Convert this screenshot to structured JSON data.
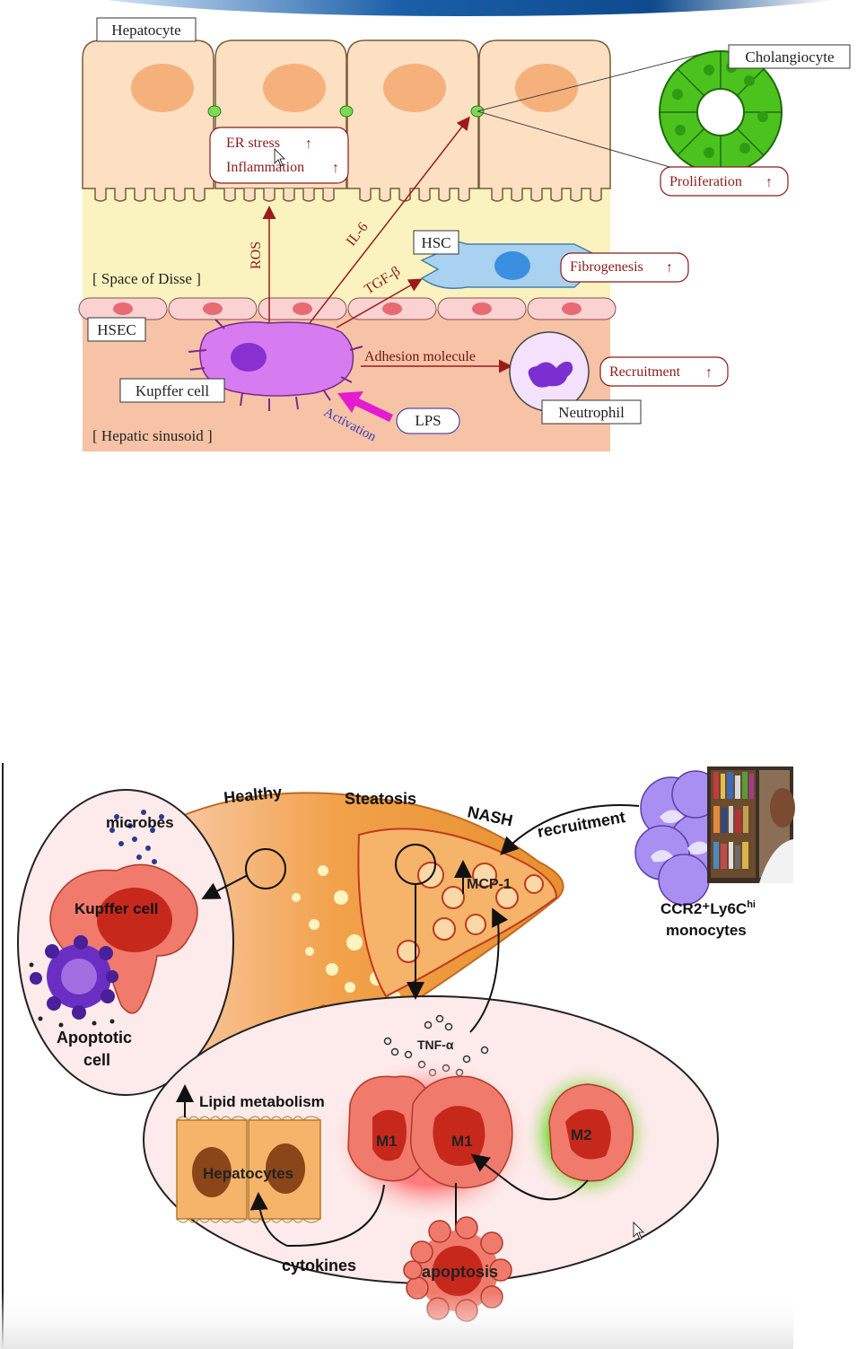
{
  "top_diagram": {
    "labels": {
      "hepatocyte": "Hepatocyte",
      "cholangiocyte": "Cholangiocyte",
      "er_stress": "ER stress",
      "inflammation": "Inflammation",
      "proliferation": "Proliferation",
      "il6": "IL-6",
      "ros": "ROS",
      "hsc": "HSC",
      "fibrogenesis": "Fibrogenesis",
      "tgfb": "TGF-β",
      "space_of_disse": "[ Space of Disse ]",
      "hsec": "HSEC",
      "adhesion_molecule": "Adhesion molecule",
      "recruitment": "Recruitment",
      "kupffer_cell": "Kupffer cell",
      "activation": "Activation",
      "lps": "LPS",
      "neutrophil": "Neutrophil",
      "hepatic_sinusoid": "[ Hepatic sinusoid ]",
      "up_arrow": "↑"
    },
    "colors": {
      "hepatocyte_fill": "#fde0c2",
      "nucleus": "#f6b07c",
      "disse_fill": "#fbf3bf",
      "sinusoid_fill": "#f7c3a6",
      "arrow_red": "#9b1b1b",
      "cholangiocyte_green": "#4cc21f",
      "hsc_blue": "#a9d2f0",
      "kupffer_purple": "#d77cf0",
      "lps_magenta": "#e41bd0"
    }
  },
  "bottom_diagram": {
    "labels": {
      "healthy": "Healthy",
      "steatosis": "Steatosis",
      "nash": "NASH",
      "recruitment": "recruitment",
      "microbes": "microbes",
      "kupffer_cell": "Kupffer cell",
      "apoptotic_cell_line1": "Apoptotic",
      "apoptotic_cell_line2": "cell",
      "mcp1": "MCP-1",
      "monocytes_line1_base": "CCR2⁺Ly6C",
      "monocytes_line1_sup": "hi",
      "monocytes_line2": "monocytes",
      "tnfa": "TNF-α",
      "lipid_metabolism": "Lipid metabolism",
      "hepatocytes": "Hepatocytes",
      "m1_a": "M1",
      "m1_b": "M1",
      "m2": "M2",
      "cytokines": "cytokines",
      "apoptosis": "apoptosis"
    },
    "colors": {
      "liver_orange": "#f2a24c",
      "macrophage_pink": "#f07a6c",
      "nucleus_red": "#c7281c",
      "m1_glow": "#ff8080",
      "m2_glow": "#66d61e",
      "monocyte_purple": "#a98ff2",
      "apoptotic_purple": "#6a2fc2"
    }
  }
}
